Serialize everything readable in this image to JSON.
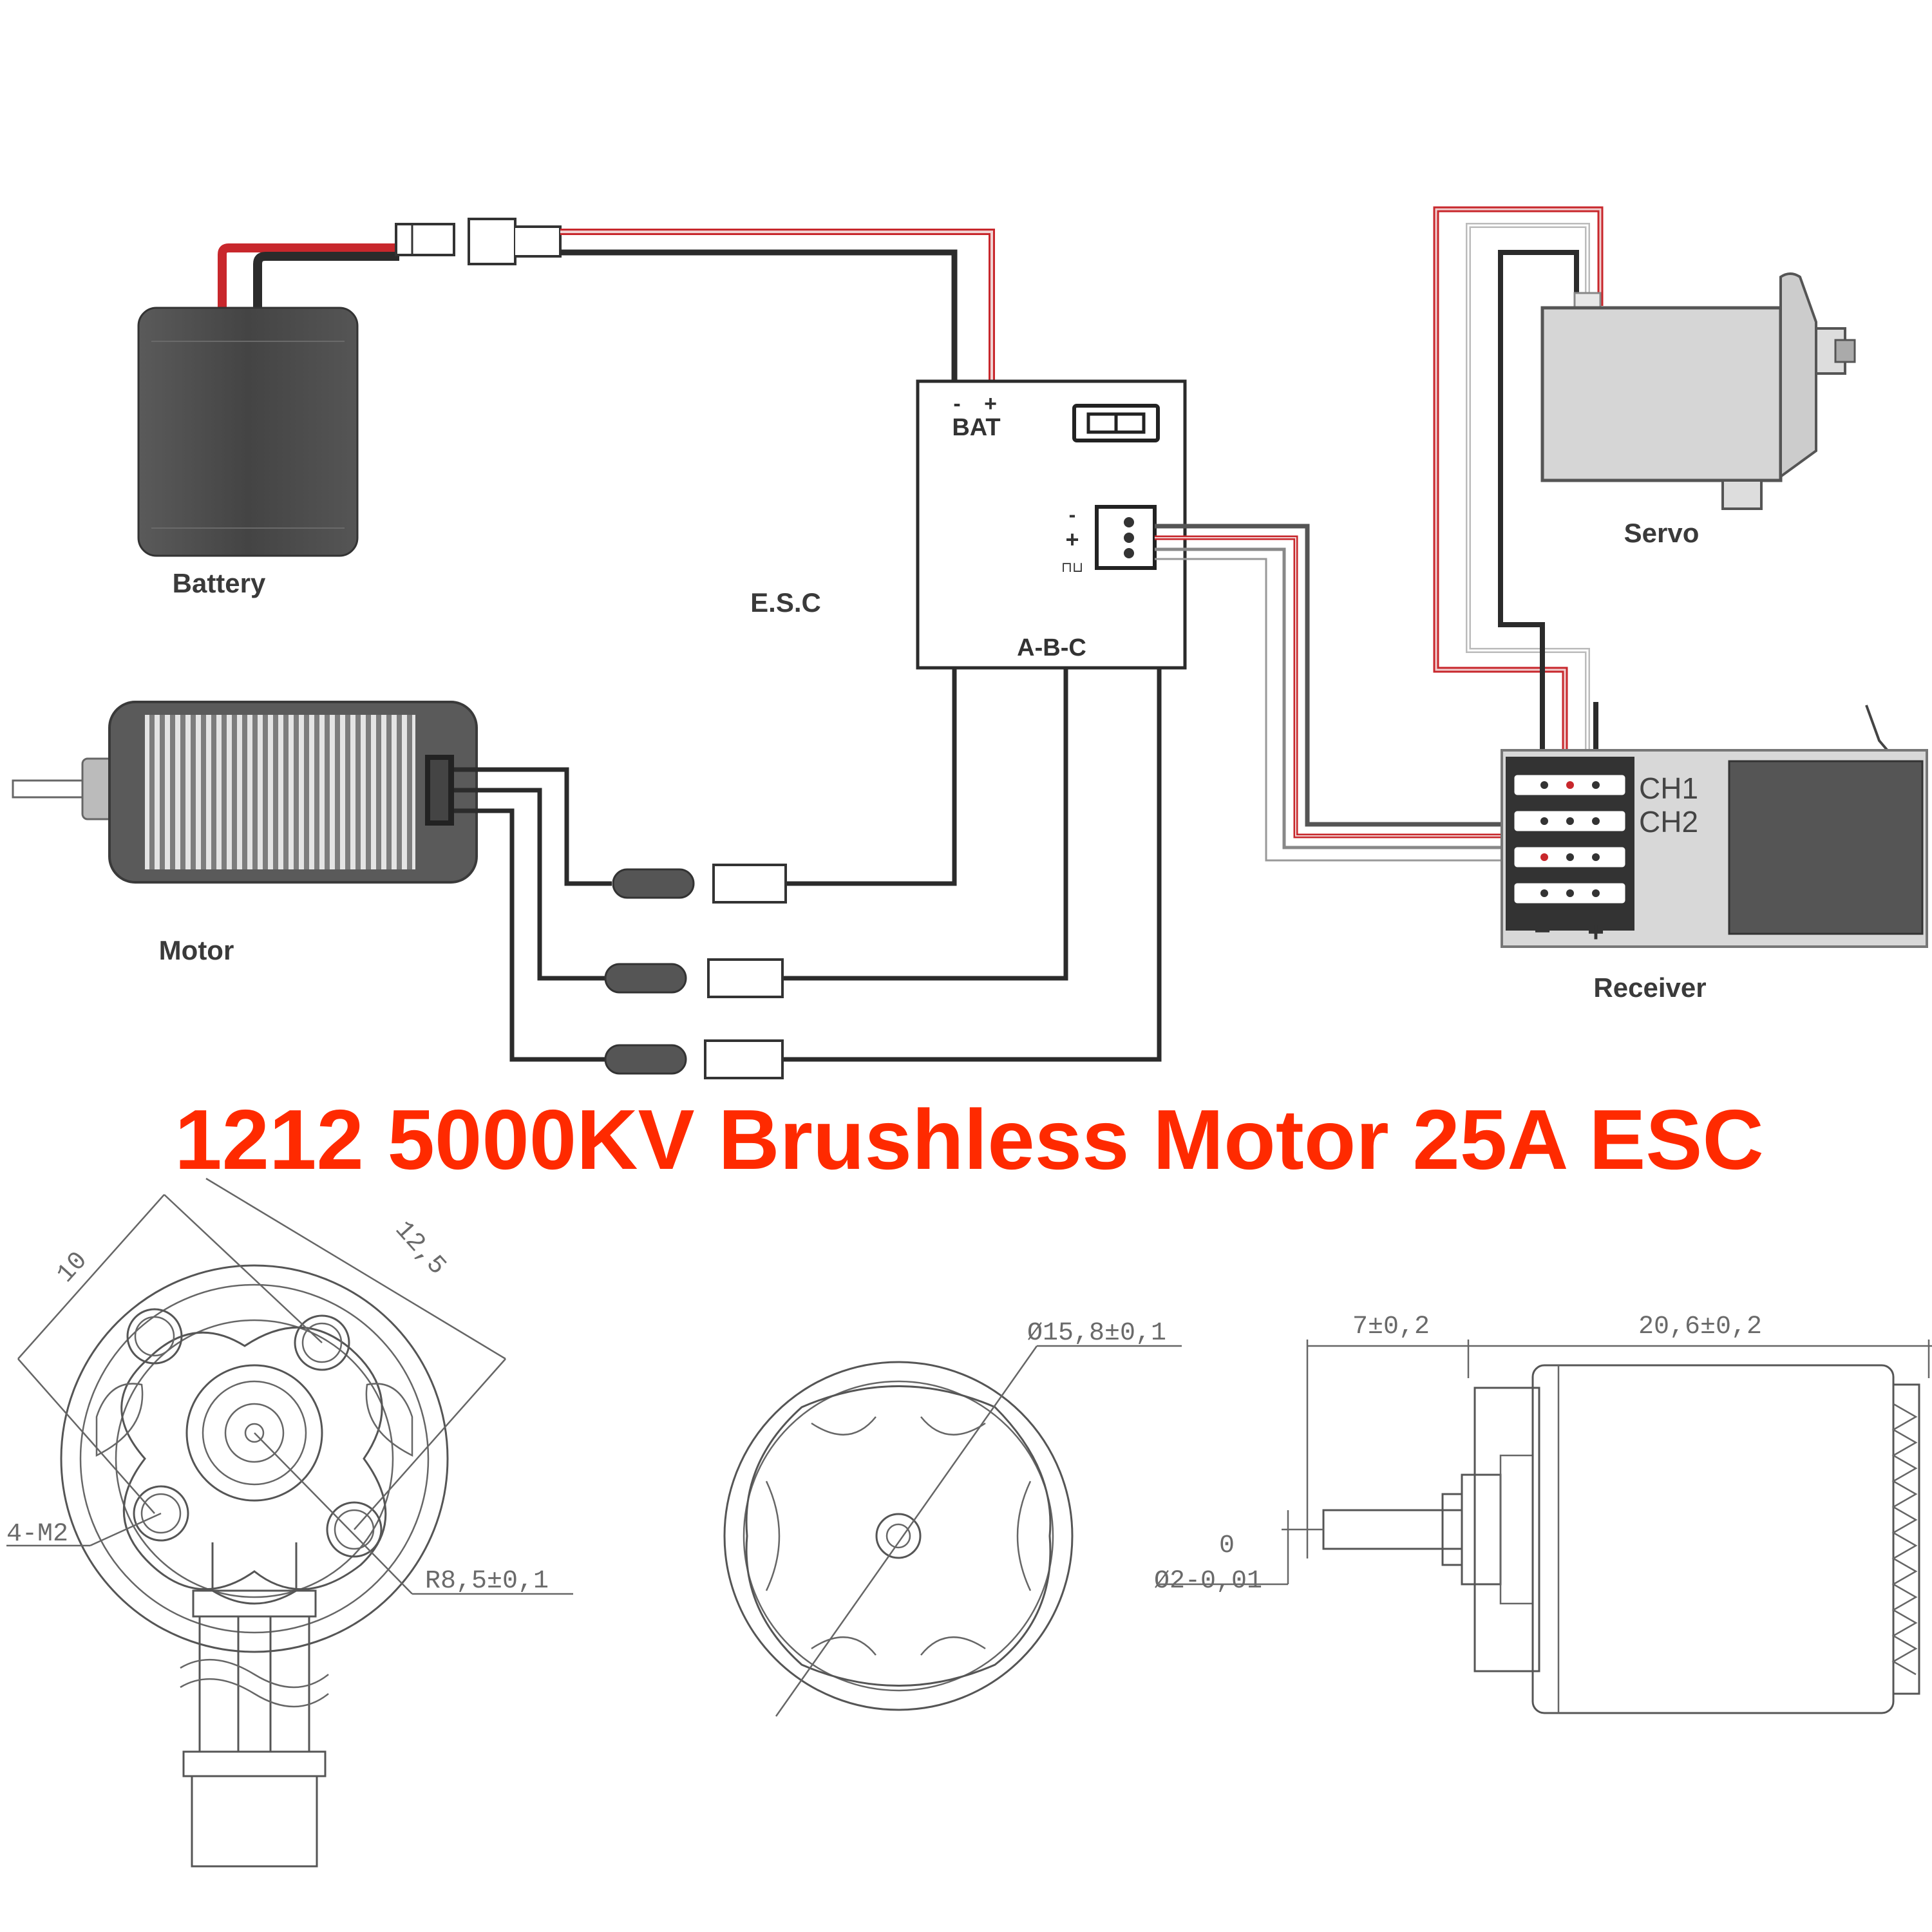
{
  "title": "1212 5000KV Brushless Motor 25A ESC",
  "colors": {
    "title": "#ff2a00",
    "wire_black": "#2b2b2b",
    "wire_red": "#c8272c",
    "wire_white": "#e6e6e6",
    "component_gray": "#4d4d4d",
    "receiver_gray": "#d8d8d8"
  },
  "wiring": {
    "battery_label": "Battery",
    "esc_label": "E.S.C",
    "motor_label": "Motor",
    "servo_label": "Servo",
    "receiver_label": "Receiver",
    "esc_bat_minus": "-",
    "esc_bat_plus": "+",
    "esc_bat_label": "BAT",
    "esc_signal_minus": "-",
    "esc_signal_plus": "+",
    "esc_signal_pulse": "⊓⊔",
    "esc_phase_label": "A-B-C",
    "receiver_ch1": "CH1",
    "receiver_ch2": "CH2",
    "receiver_minus": "−",
    "receiver_plus": "+"
  },
  "drawings": {
    "front_dim_10": "10",
    "front_dim_12_5": "12,5",
    "front_holes": "4-M2",
    "front_radius": "R8,5±0,1",
    "rear_diameter": "Ø15,8±0,1",
    "side_shaft_len": "7±0,2",
    "side_body_len": "20,6±0,2",
    "side_tol_top": "0",
    "side_shaft_dia": "Ø2-0,01"
  }
}
